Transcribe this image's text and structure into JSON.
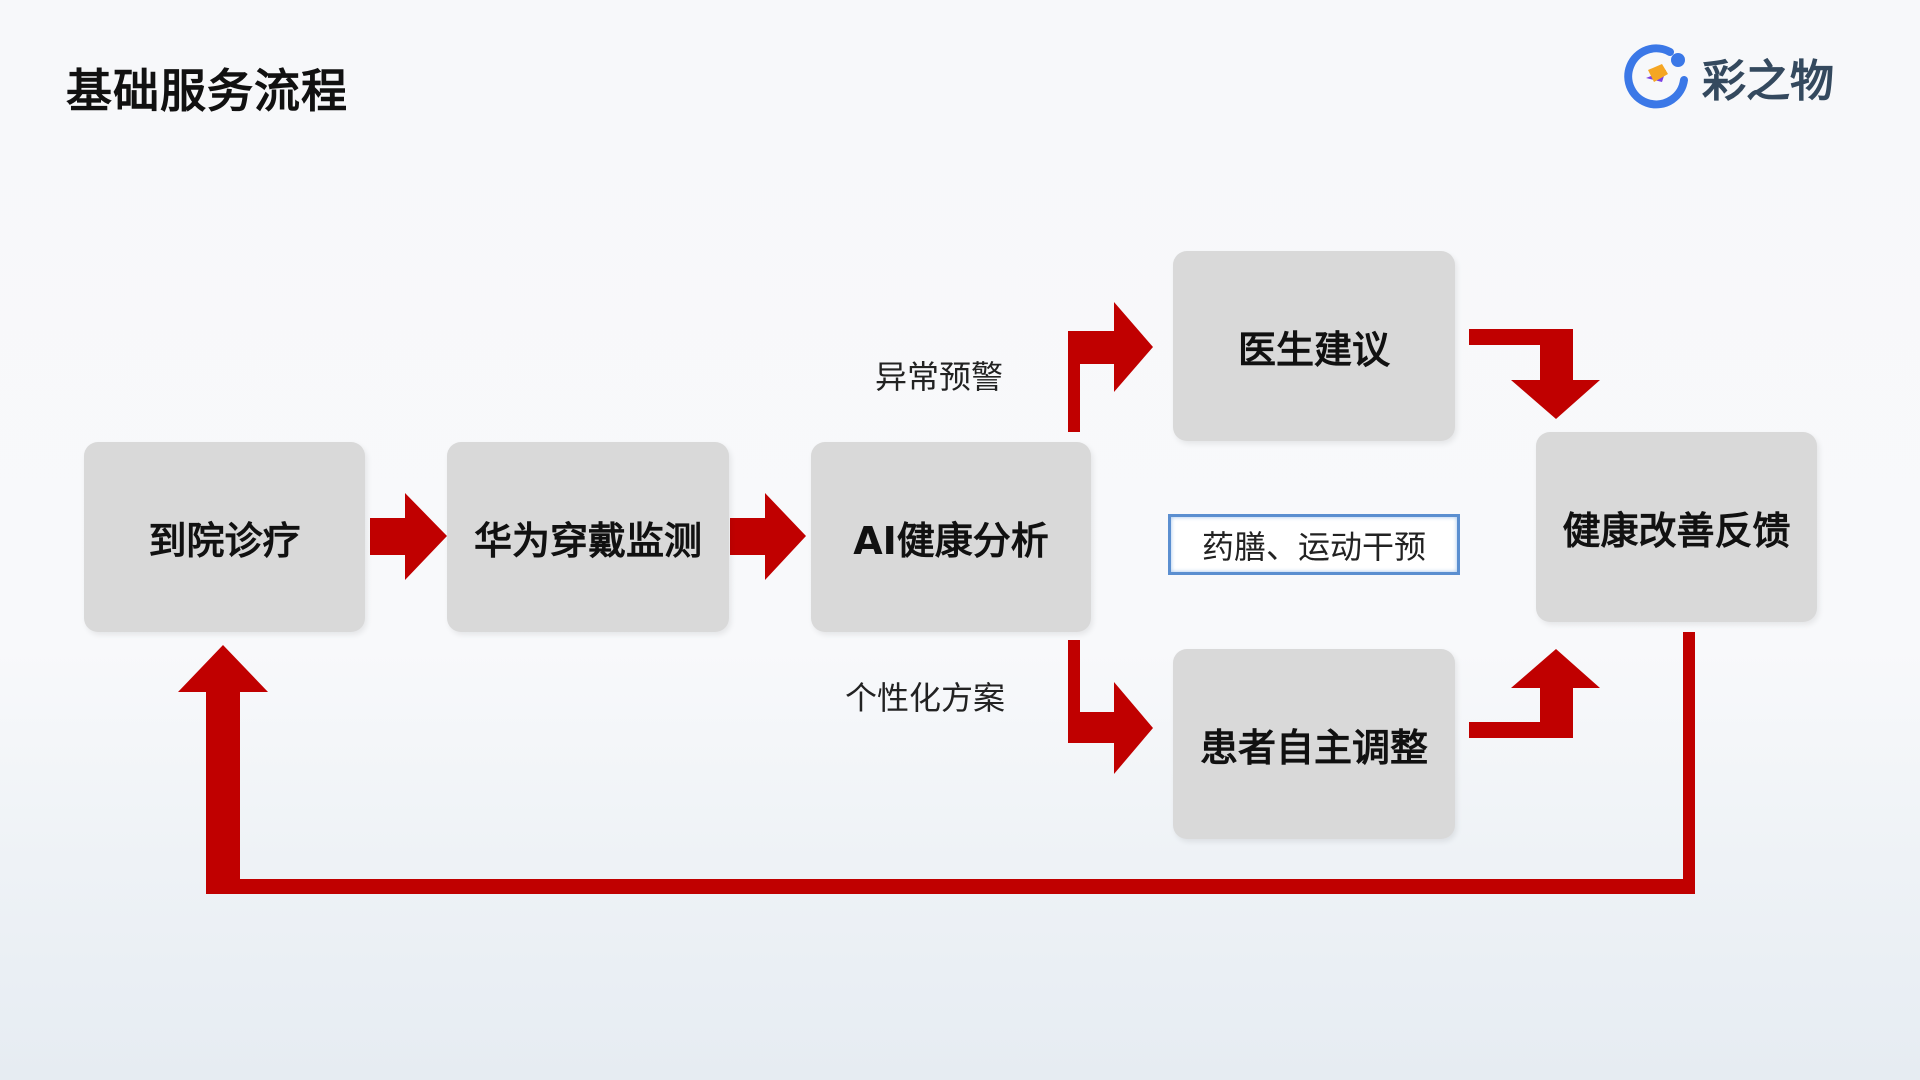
{
  "header": {
    "title": "基础服务流程"
  },
  "logo": {
    "text": "彩之物",
    "icon": "brand-logo-icon"
  },
  "nodes": {
    "hospital": "到院诊疗",
    "wearable": "华为穿戴监测",
    "ai": "AI健康分析",
    "doctor": "医生建议",
    "patient": "患者自主调整",
    "feedback": "健康改善反馈"
  },
  "labels": {
    "alert": "异常预警",
    "plan": "个性化方案",
    "intervention": "药膳、运动干预"
  },
  "colors": {
    "arrow": "#c00000",
    "box": "#d9d9d9",
    "tag_border": "#5b8fd0"
  }
}
